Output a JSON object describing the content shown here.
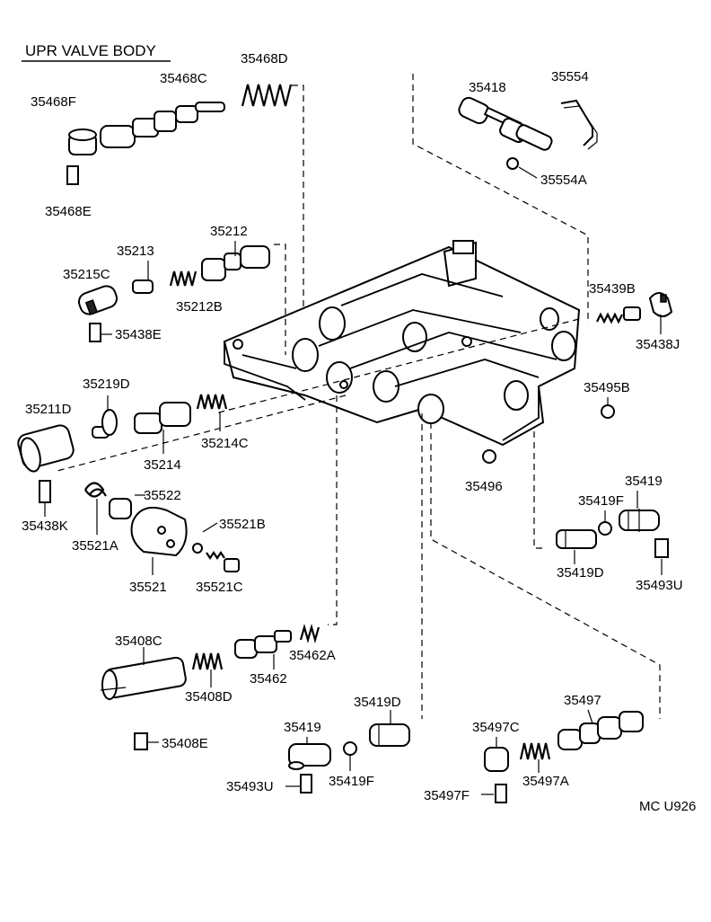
{
  "title": "UPR VALVE BODY",
  "code": "MC U926",
  "labels": {
    "p35468F": "35468F",
    "p35468C": "35468C",
    "p35468D": "35468D",
    "p35468E": "35468E",
    "p35418": "35418",
    "p35554": "35554",
    "p35554A": "35554A",
    "p35212": "35212",
    "p35213": "35213",
    "p35215C": "35215C",
    "p35212B": "35212B",
    "p35438E": "35438E",
    "p35439B": "35439B",
    "p35438J": "35438J",
    "p35219D": "35219D",
    "p35211D": "35211D",
    "p35214C": "35214C",
    "p35214": "35214",
    "p35495B": "35495B",
    "p35496": "35496",
    "p35438K": "35438K",
    "p35522": "35522",
    "p35521A": "35521A",
    "p35521B": "35521B",
    "p35521": "35521",
    "p35521C": "35521C",
    "p35419_r": "35419",
    "p35419F_r": "35419F",
    "p35419D_r": "35419D",
    "p35493U_r": "35493U",
    "p35408C": "35408C",
    "p35462A": "35462A",
    "p35408D": "35408D",
    "p35462": "35462",
    "p35408E": "35408E",
    "p35419D_b": "35419D",
    "p35497": "35497",
    "p35419_b": "35419",
    "p35497C": "35497C",
    "p35493U_b": "35493U",
    "p35419F_b": "35419F",
    "p35497A": "35497A",
    "p35497F": "35497F"
  }
}
